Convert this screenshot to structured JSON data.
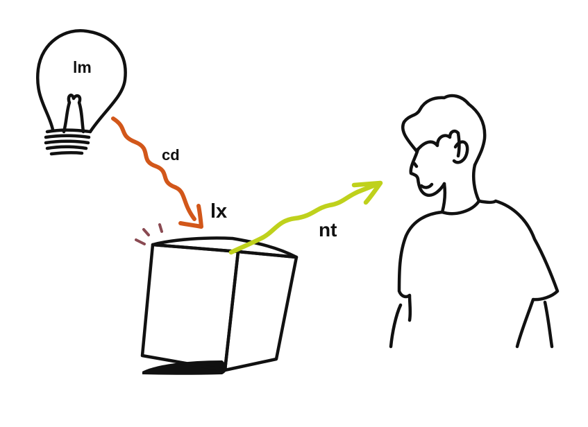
{
  "labels": {
    "lumen": "lm",
    "candela": "cd",
    "lux": "lx",
    "nit": "nt"
  },
  "colors": {
    "ink": "#111111",
    "candela_arrow": "#d2571a",
    "nit_arrow": "#bfd11c",
    "sparkle": "#8a4a52",
    "shadow": "#111111"
  }
}
